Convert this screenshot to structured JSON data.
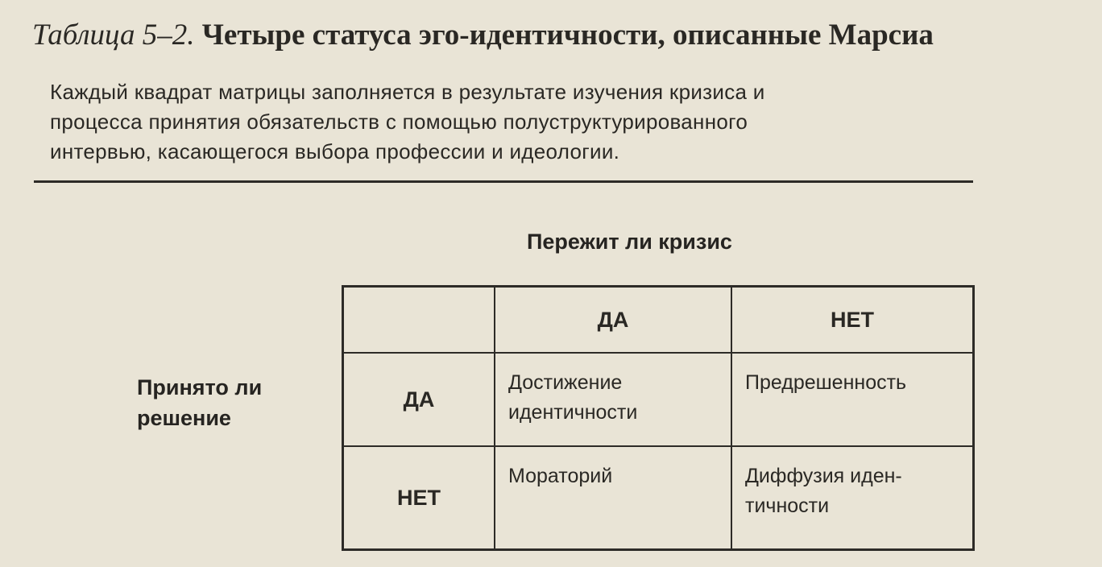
{
  "title": {
    "label": "Таблица 5–2.",
    "text": "Четыре статуса эго-идентичности, описанные Марсиа"
  },
  "caption": {
    "lines": [
      "Каждый квадрат матрицы заполняется в результате изучения кризиса и",
      "процесса принятия обязательств с помощью полуструктурированного",
      "интервью, касающегося выбора профессии и идеологии."
    ]
  },
  "matrix": {
    "column_header": "Пережит ли кризис",
    "row_header_lines": [
      "Принято ли",
      "решение"
    ],
    "columns": [
      "ДА",
      "НЕТ"
    ],
    "rows": [
      {
        "label": "ДА",
        "cells": [
          [
            "Достижение",
            "идентичности"
          ],
          [
            "Предрешенность"
          ]
        ]
      },
      {
        "label": "НЕТ",
        "cells": [
          [
            "Мораторий"
          ],
          [
            "Диффузия иден-",
            "тичности"
          ]
        ]
      }
    ]
  }
}
